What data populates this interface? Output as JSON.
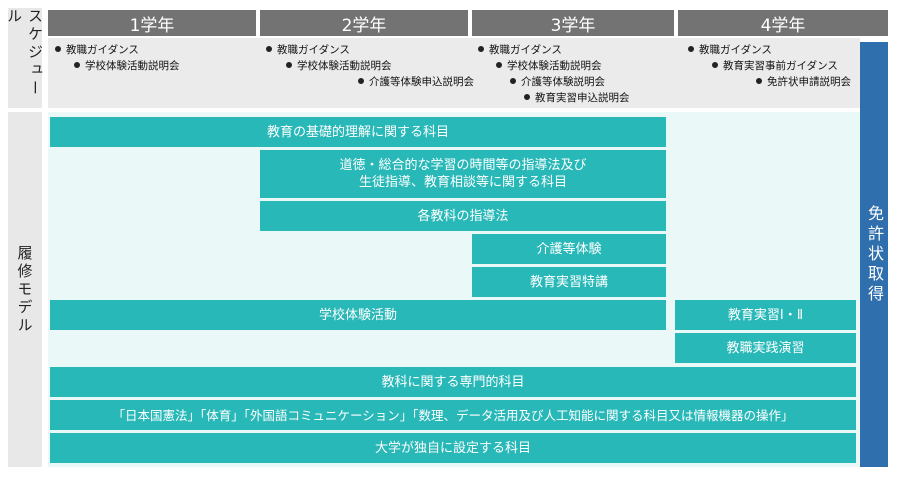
{
  "side": {
    "schedule": "スケジュール",
    "model": "履修モデル"
  },
  "years": [
    "1学年",
    "2学年",
    "3学年",
    "4学年"
  ],
  "schedule": {
    "y1": [
      "教職ガイダンス",
      "学校体験活動説明会"
    ],
    "y2": [
      "教職ガイダンス",
      "学校体験活動説明会",
      "介護等体験申込説明会"
    ],
    "y3": [
      "教職ガイダンス",
      "学校体験活動説明会",
      "介護等体験説明会",
      "教育実習申込説明会"
    ],
    "y4": [
      "教職ガイダンス",
      "教育実習事前ガイダンス",
      "免許状申請説明会"
    ]
  },
  "bars": {
    "b1": "教育の基礎的理解に関する科目",
    "b2_line1": "道徳・総合的な学習の時間等の指導法及び",
    "b2_line2": "生徒指導、教育相談等に関する科目",
    "b3": "各教科の指導法",
    "b4": "介護等体験",
    "b5": "教育実習特講",
    "b6": "学校体験活動",
    "b7": "教育実習Ⅰ・Ⅱ",
    "b8": "教職実践演習",
    "b9": "教科に関する専門的科目",
    "b10": "「日本国憲法」「体育」「外国語コミュニケーション」「数理、データ活用及び人工知能に関する科目又は情報機器の操作」",
    "b11": "大学が独自に設定する科目"
  },
  "license": "免許状取得"
}
